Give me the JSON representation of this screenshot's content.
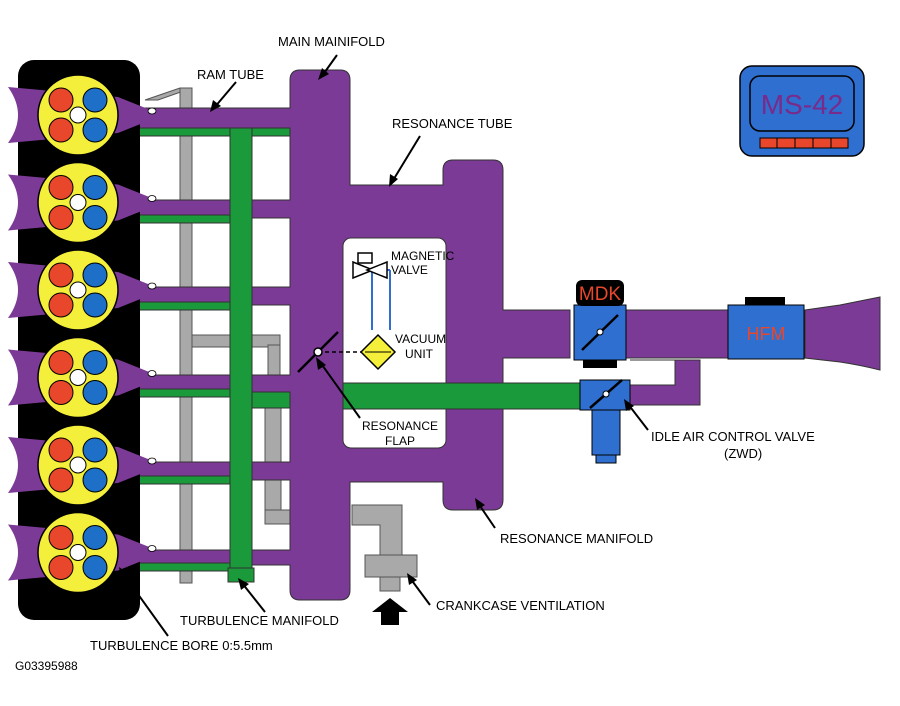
{
  "labels": {
    "main_manifold": "MAIN MAINIFOLD",
    "ram_tube": "RAM TUBE",
    "resonance_tube": "RESONANCE TUBE",
    "magnetic_valve_1": "MAGNETIC",
    "magnetic_valve_2": "VALVE",
    "vacuum_unit_1": "VACUUM",
    "vacuum_unit_2": "UNIT",
    "resonance_flap_1": "RESONANCE",
    "resonance_flap_2": "FLAP",
    "mdk": "MDK",
    "hfm": "HFM",
    "ecu": "MS-42",
    "idle_air_1": "IDLE AIR CONTROL VALVE",
    "idle_air_2": "(ZWD)",
    "resonance_manifold": "RESONANCE MANIFOLD",
    "crankcase_ventilation": "CRANKCASE VENTILATION",
    "turbulence_manifold": "TURBULENCE MANIFOLD",
    "turbulence_bore": "TURBULENCE BORE 0:5.5mm",
    "figure_id": "G03395988"
  },
  "colors": {
    "manifold": "#7b3a96",
    "turbulence": "#1a9a3a",
    "pipe_gray": "#a9a9a9",
    "valve_blue": "#2f6fcf",
    "cylinder_yellow": "#f4ef3a",
    "port_red": "#e8472c",
    "port_blue": "#1e6fc8",
    "engine_block": "#000000"
  },
  "cylinder_count": 6
}
